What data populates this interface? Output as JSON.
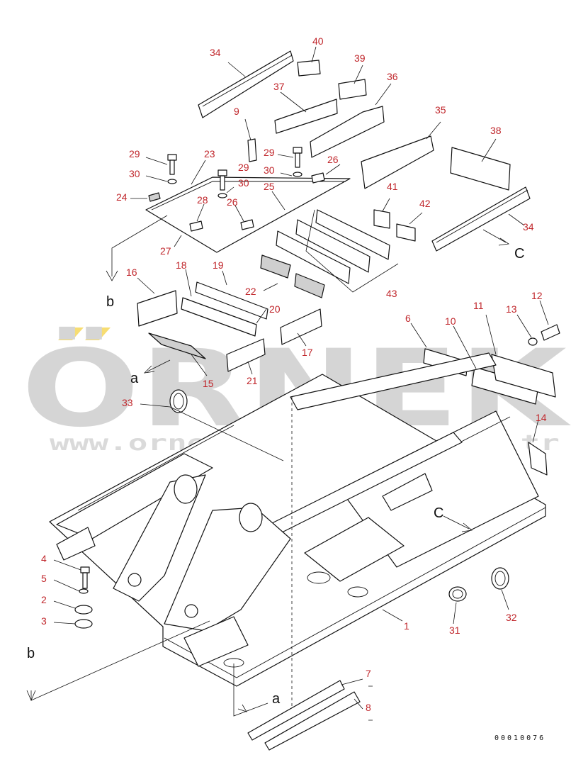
{
  "diagram": {
    "callouts": [
      {
        "id": "c34a",
        "label": "34"
      },
      {
        "id": "c40",
        "label": "40"
      },
      {
        "id": "c39",
        "label": "39"
      },
      {
        "id": "c36",
        "label": "36"
      },
      {
        "id": "c37",
        "label": "37"
      },
      {
        "id": "c9",
        "label": "9"
      },
      {
        "id": "c35",
        "label": "35"
      },
      {
        "id": "c38",
        "label": "38"
      },
      {
        "id": "c29a",
        "label": "29"
      },
      {
        "id": "c23",
        "label": "23"
      },
      {
        "id": "c29b",
        "label": "29"
      },
      {
        "id": "c29c",
        "label": "29"
      },
      {
        "id": "c26a",
        "label": "26"
      },
      {
        "id": "c30a",
        "label": "30"
      },
      {
        "id": "c30b",
        "label": "30"
      },
      {
        "id": "c30c",
        "label": "30"
      },
      {
        "id": "c24",
        "label": "24"
      },
      {
        "id": "c25",
        "label": "25"
      },
      {
        "id": "c28",
        "label": "28"
      },
      {
        "id": "c26b",
        "label": "26"
      },
      {
        "id": "c41",
        "label": "41"
      },
      {
        "id": "c42",
        "label": "42"
      },
      {
        "id": "c34b",
        "label": "34"
      },
      {
        "id": "c27",
        "label": "27"
      },
      {
        "id": "c16",
        "label": "16"
      },
      {
        "id": "c18",
        "label": "18"
      },
      {
        "id": "c19",
        "label": "19"
      },
      {
        "id": "c22",
        "label": "22"
      },
      {
        "id": "c43",
        "label": "43"
      },
      {
        "id": "c20",
        "label": "20"
      },
      {
        "id": "c17",
        "label": "17"
      },
      {
        "id": "c6",
        "label": "6"
      },
      {
        "id": "c10",
        "label": "10"
      },
      {
        "id": "c11",
        "label": "11"
      },
      {
        "id": "c13",
        "label": "13"
      },
      {
        "id": "c12",
        "label": "12"
      },
      {
        "id": "c15",
        "label": "15"
      },
      {
        "id": "c21",
        "label": "21"
      },
      {
        "id": "c33",
        "label": "33"
      },
      {
        "id": "c14",
        "label": "14"
      },
      {
        "id": "c4",
        "label": "4"
      },
      {
        "id": "c5",
        "label": "5"
      },
      {
        "id": "c2",
        "label": "2"
      },
      {
        "id": "c3",
        "label": "3"
      },
      {
        "id": "c1",
        "label": "1"
      },
      {
        "id": "c31",
        "label": "31"
      },
      {
        "id": "c32",
        "label": "32"
      },
      {
        "id": "c7",
        "label": "7"
      },
      {
        "id": "c8",
        "label": "8"
      }
    ],
    "view_markers": [
      {
        "id": "vb1",
        "label": "b"
      },
      {
        "id": "vb2",
        "label": "b"
      },
      {
        "id": "va1",
        "label": "a"
      },
      {
        "id": "va2",
        "label": "a"
      },
      {
        "id": "vc1",
        "label": "C"
      },
      {
        "id": "vc2",
        "label": "C"
      }
    ],
    "drawing_number": "00010076"
  },
  "watermark": {
    "brand": "ÖRNEK",
    "url": "www.ornekmakinalari.com.tr",
    "accent_color": "#f2c200",
    "brand_color": "#b4b4b4"
  },
  "colors": {
    "callout": "#c0262b",
    "line": "#111111"
  }
}
